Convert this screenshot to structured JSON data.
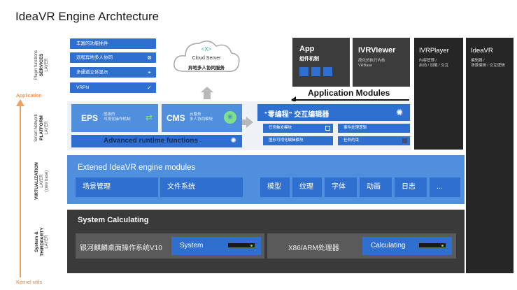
{
  "title": "IdeaVR Engine Archtecture",
  "axis": {
    "top_label": "Application",
    "bottom_label": "Kernel utils"
  },
  "layers": {
    "plugin": {
      "line1": "Plugin functions",
      "line2": "SERVICES",
      "line3": "LAYER"
    },
    "platform": {
      "line1": "Smart Network",
      "line2": "PLATFORM",
      "line3": "LAYER"
    },
    "virtualization": {
      "line1": "VIRTUALIZATION",
      "line2": "LAYER",
      "line3": "(core base)"
    },
    "system": {
      "line1": "System &",
      "line2": "THIRDPARTY",
      "line3": "LAYER"
    }
  },
  "plugin_items": [
    {
      "label": "丰富的功能插件",
      "icon": ""
    },
    {
      "label": "远程异地多人协同",
      "icon": "network-icon"
    },
    {
      "label": "多通道立体显示",
      "icon": "location-pin-icon"
    },
    {
      "label": "VRPN",
      "icon": "check-circle-icon"
    }
  ],
  "cloud": {
    "title": "Cloud Server",
    "subtitle": "异地多人协同服务",
    "icon": "cloud-sync-icon"
  },
  "app": {
    "title": "App",
    "subtitle": "组件机制"
  },
  "ivrviewer": {
    "title": "IVRViewer",
    "desc1": "简化的执行内核",
    "desc2": "VRBase"
  },
  "ivrplayer": {
    "title": "IVRPlayer",
    "desc1": "内容管理 /",
    "desc2": "启动 / 加载 / 交互"
  },
  "ideavr": {
    "title": "IdeaVR",
    "desc1": "编辑器 /",
    "desc2": "场景编辑 / 交互逻辑"
  },
  "application_modules": "Application Modules",
  "eps": {
    "title": "EPS",
    "desc1": "层级的",
    "desc2": "可视化操作机制"
  },
  "cms": {
    "title": "CMS",
    "desc1": "云服务",
    "desc2": "多人协同模块"
  },
  "advanced_runtime": "Advanced runtime functions",
  "zero_code": {
    "title": "\"零编程\" 交互编辑器"
  },
  "tasks": [
    "任务触发模块",
    "事件处理逻辑",
    "图形可视化编辑模块",
    "任务约束"
  ],
  "virtualization": {
    "title": "Extened IdeaVR engine modules",
    "modules": [
      "场景管理",
      "文件系统",
      "模型",
      "纹理",
      "字体",
      "动画",
      "日志",
      "..."
    ]
  },
  "system": {
    "title": "System Calculating",
    "os": "银河麒麟桌面操作系统V10",
    "system_pill": "System",
    "cpu": "X86/ARM处理器",
    "calc_pill": "Calculating"
  },
  "colors": {
    "primary_blue": "#2e6fd0",
    "mid_blue": "#4f8fde",
    "dark": "#262626",
    "axis_orange": "#f0a060"
  }
}
